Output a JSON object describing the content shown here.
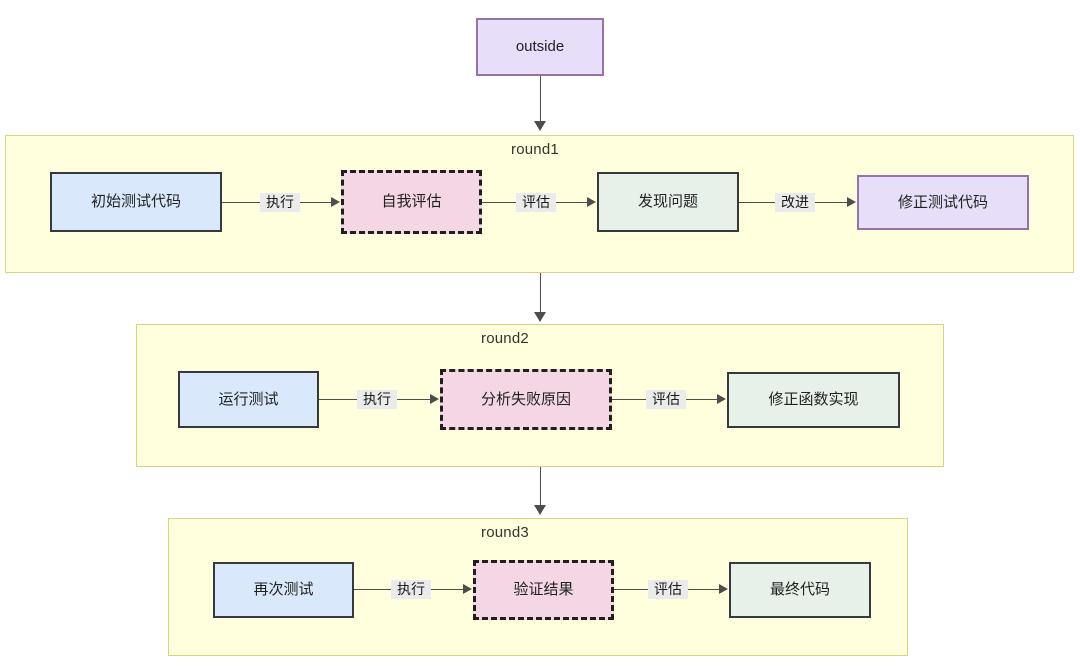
{
  "diagram": {
    "type": "flowchart",
    "title": "",
    "outside_node": {
      "label": "outside",
      "style": "purple"
    },
    "subgraphs": [
      {
        "id": "round1",
        "title": "round1",
        "nodes": [
          {
            "id": "n1",
            "label": "初始测试代码",
            "style": "blue"
          },
          {
            "id": "n2",
            "label": "自我评估",
            "style": "pink-dashed"
          },
          {
            "id": "n3",
            "label": "发现问题",
            "style": "green"
          },
          {
            "id": "n4",
            "label": "修正测试代码",
            "style": "purple"
          }
        ],
        "edges": [
          {
            "from": "n1",
            "to": "n2",
            "label": "执行"
          },
          {
            "from": "n2",
            "to": "n3",
            "label": "评估"
          },
          {
            "from": "n3",
            "to": "n4",
            "label": "改进"
          }
        ]
      },
      {
        "id": "round2",
        "title": "round2",
        "nodes": [
          {
            "id": "n5",
            "label": "运行测试",
            "style": "blue"
          },
          {
            "id": "n6",
            "label": "分析失败原因",
            "style": "pink-dashed"
          },
          {
            "id": "n7",
            "label": "修正函数实现",
            "style": "green"
          }
        ],
        "edges": [
          {
            "from": "n5",
            "to": "n6",
            "label": "执行"
          },
          {
            "from": "n6",
            "to": "n7",
            "label": "评估"
          }
        ]
      },
      {
        "id": "round3",
        "title": "round3",
        "nodes": [
          {
            "id": "n8",
            "label": "再次测试",
            "style": "blue"
          },
          {
            "id": "n9",
            "label": "验证结果",
            "style": "pink-dashed"
          },
          {
            "id": "n10",
            "label": "最终代码",
            "style": "green"
          }
        ],
        "edges": [
          {
            "from": "n8",
            "to": "n9",
            "label": "执行"
          },
          {
            "from": "n9",
            "to": "n10",
            "label": "评估"
          }
        ]
      }
    ],
    "flow_edges": [
      {
        "from": "outside",
        "to": "round1",
        "label": ""
      },
      {
        "from": "round1",
        "to": "round2",
        "label": ""
      },
      {
        "from": "round2",
        "to": "round3",
        "label": ""
      }
    ],
    "colors": {
      "subgraph_fill": "#ffffde",
      "subgraph_border": "#d6d67f",
      "blue_fill": "#dae8fc",
      "green_fill": "#e7f1e9",
      "purple_fill": "#e7defa",
      "purple_border": "#9673a6",
      "pink_fill": "#f5d6e4",
      "dark_border": "#36393d",
      "edge_color": "#4d4d4d",
      "edge_label_bg": "#ebebeb",
      "background": "#ffffff"
    }
  }
}
